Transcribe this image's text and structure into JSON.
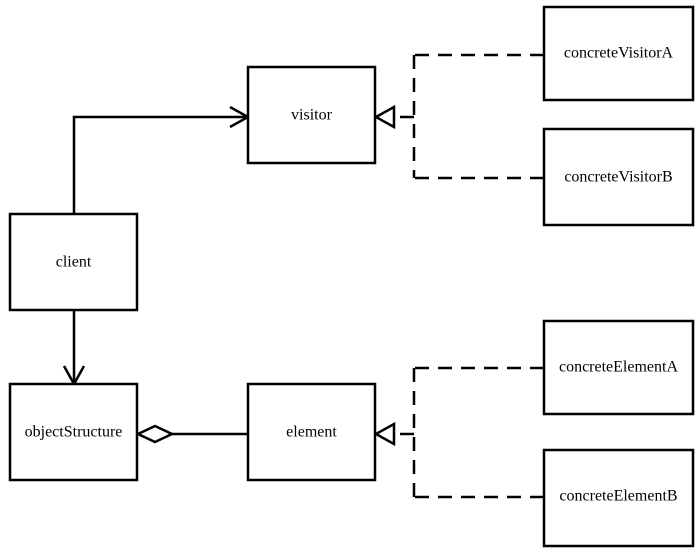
{
  "diagram": {
    "type": "uml-class-diagram",
    "classes": {
      "client": "client",
      "visitor": "visitor",
      "concrete_visitor_a": "concreteVisitorA",
      "concrete_visitor_b": "concreteVisitorB",
      "object_structure": "objectStructure",
      "element": "element",
      "concrete_element_a": "concreteElementA",
      "concrete_element_b": "concreteElementB"
    },
    "relationships": [
      {
        "from": "client",
        "to": "visitor",
        "kind": "association"
      },
      {
        "from": "client",
        "to": "objectStructure",
        "kind": "association"
      },
      {
        "from": "objectStructure",
        "to": "element",
        "kind": "aggregation"
      },
      {
        "from": "concreteVisitorA",
        "to": "visitor",
        "kind": "realization"
      },
      {
        "from": "concreteVisitorB",
        "to": "visitor",
        "kind": "realization"
      },
      {
        "from": "concreteElementA",
        "to": "element",
        "kind": "realization"
      },
      {
        "from": "concreteElementB",
        "to": "element",
        "kind": "realization"
      }
    ]
  }
}
